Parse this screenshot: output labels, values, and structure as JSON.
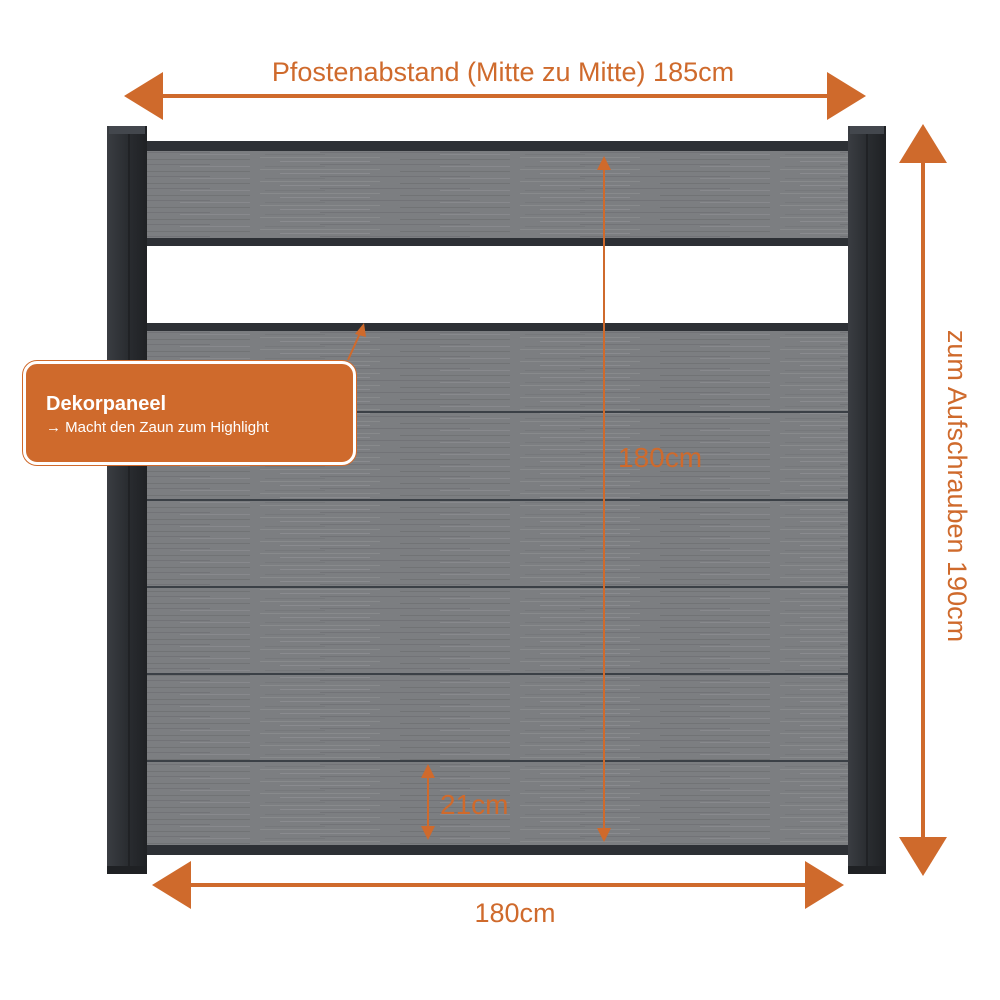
{
  "diagram": {
    "top_dimension_label": "Pfostenabstand (Mitte zu Mitte) 185cm",
    "bottom_dimension_label": "180cm",
    "height_dimension_label": "180cm",
    "right_dimension_label": "zum Aufschrauben 190cm",
    "board_dimension_label": "21cm"
  },
  "callout": {
    "title": "Dekorpaneel",
    "subtitle": "→ Macht den Zaun zum Highlight"
  },
  "colors": {
    "accent": "#cf6a2c",
    "post": "#2d3035",
    "board": "#7b7d80"
  }
}
